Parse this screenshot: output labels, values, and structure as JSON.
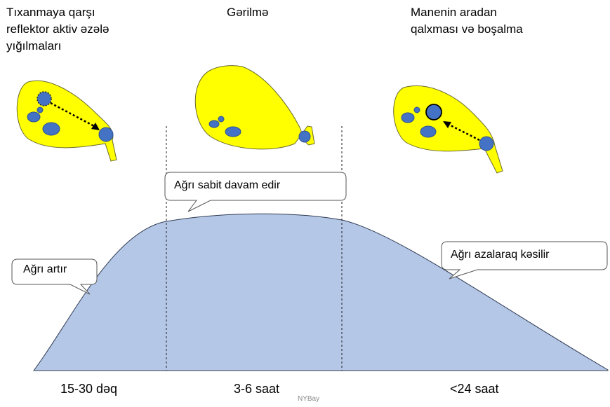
{
  "phases": [
    {
      "title": "Tıxanmaya qarşı\nreflektor aktiv əzələ\nyığılmaları"
    },
    {
      "title": "Gərilmə"
    },
    {
      "title": "Manenin aradan\nqalxması və boşalma"
    }
  ],
  "callouts": {
    "increase": "Ağrı artır",
    "constant": "Ağrı sabit davam edir",
    "decrease": "Ağrı azalaraq kəsilir"
  },
  "durations": [
    "15-30 dəq",
    "3-6 saat",
    "<24 saat"
  ],
  "watermark": "NYBay",
  "colors": {
    "curve_fill": "#b4c7e7",
    "curve_stroke": "#2f3b52",
    "gallbladder": "#ffff00",
    "stone": "#4472c4",
    "stone_stroke": "#2f528f"
  },
  "icons": [
    "gallbladder-contracting-icon",
    "gallbladder-distended-icon",
    "gallbladder-relaxing-icon"
  ]
}
